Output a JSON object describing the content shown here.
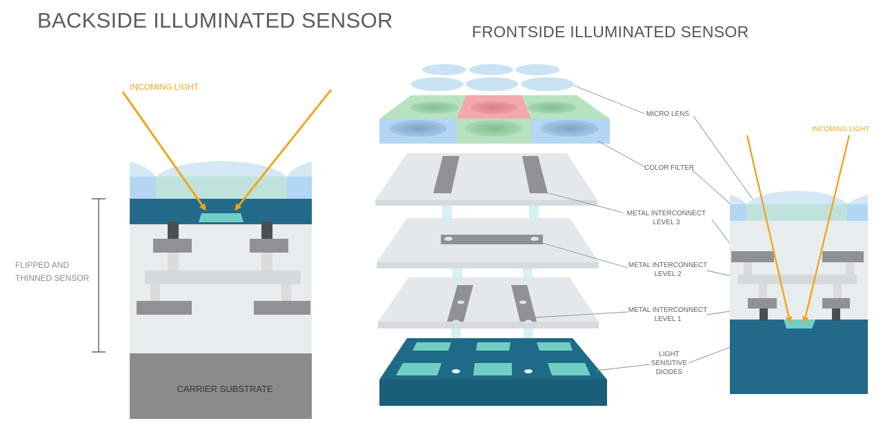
{
  "titles": {
    "backside": "BACKSIDE ILLUMINATED SENSOR",
    "frontside": "FRONTSIDE ILLUMINATED SENSOR"
  },
  "backside": {
    "incoming_light": "INCOMING LIGHT",
    "flipped_line1": "FLIPPED AND",
    "flipped_line2": "THINNED SENSOR",
    "carrier": "CARRIER SUBSTRATE"
  },
  "frontside": {
    "incoming_light": "INCOMING LIGHT",
    "labels": {
      "micro_lens": "MICRO LENS",
      "color_filter": "COLOR FILTER",
      "metal3_line1": "METAL INTERCONNECT",
      "metal3_line2": "LEVEL 3",
      "metal2_line1": "METAL INTERCONNECT",
      "metal2_line2": "LEVEL 2",
      "metal1_line1": "METAL INTERCONNECT",
      "metal1_line2": "LEVEL 1",
      "diodes_line1": "LIGHT",
      "diodes_line2": "SENSITIVE",
      "diodes_line3": "DIODES"
    }
  },
  "colors": {
    "light_ray": "#f5a31a",
    "silicon": "#236a8a",
    "photodiode": "#6fcfc4",
    "lens": "#c9e3f2",
    "filter_red": "#f3a8ad",
    "filter_green": "#b9e2c1",
    "filter_blue": "#b2d6f3",
    "metal": "#8f9194",
    "dielectric": "#e9edf0",
    "carrier": "#8a8a8a"
  }
}
